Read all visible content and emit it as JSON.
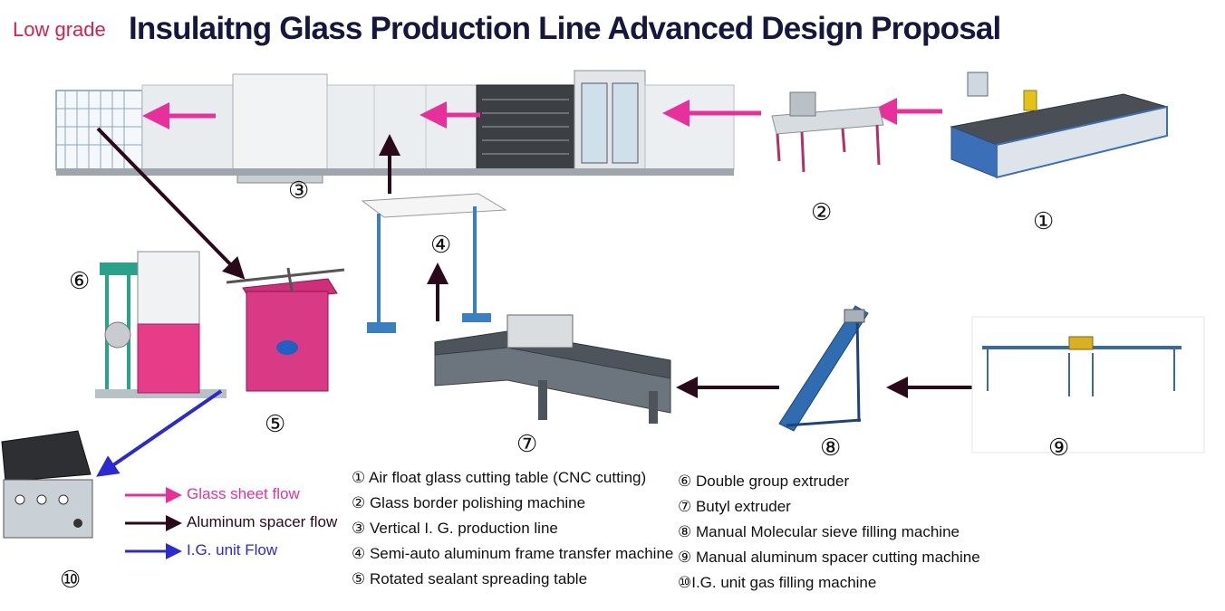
{
  "header": {
    "grade_label": "Low grade",
    "title": "Insulaitng Glass Production Line Advanced Design Proposal"
  },
  "markers": [
    "①",
    "②",
    "③",
    "④",
    "⑤",
    "⑥",
    "⑦",
    "⑧",
    "⑨",
    "⑩"
  ],
  "legend": [
    {
      "label": "Glass sheet flow",
      "color": "#e8309a"
    },
    {
      "label": "Aluminum spacer flow",
      "color": "#2a0a1a"
    },
    {
      "label": "I.G. unit Flow",
      "color": "#2a2ad0"
    }
  ],
  "machines_left": [
    "① Air float glass cutting table  (CNC cutting)",
    "② Glass border polishing machine",
    "③ Vertical I. G. production line",
    "④ Semi-auto aluminum frame transfer machine",
    "⑤ Rotated sealant spreading table"
  ],
  "machines_right": [
    "⑥ Double group extruder",
    "⑦ Butyl extruder",
    "⑧  Manual  Molecular sieve filling machine",
    "⑨       Manual   aluminum spacer  cutting machine",
    "⑩I.G. unit gas filling machine"
  ],
  "colors": {
    "glass_flow": "#e8309a",
    "spacer_flow": "#2a0a1a",
    "ig_flow": "#2a2ad0",
    "title": "#15173f",
    "grade": "#d8214a"
  },
  "icons": [
    "cutting-table-icon",
    "polishing-machine-icon",
    "ig-line-icon",
    "transfer-machine-icon",
    "sealant-table-icon",
    "extruder-icon",
    "butyl-extruder-icon",
    "sieve-filler-icon",
    "spacer-cutter-icon",
    "gas-filler-icon"
  ]
}
